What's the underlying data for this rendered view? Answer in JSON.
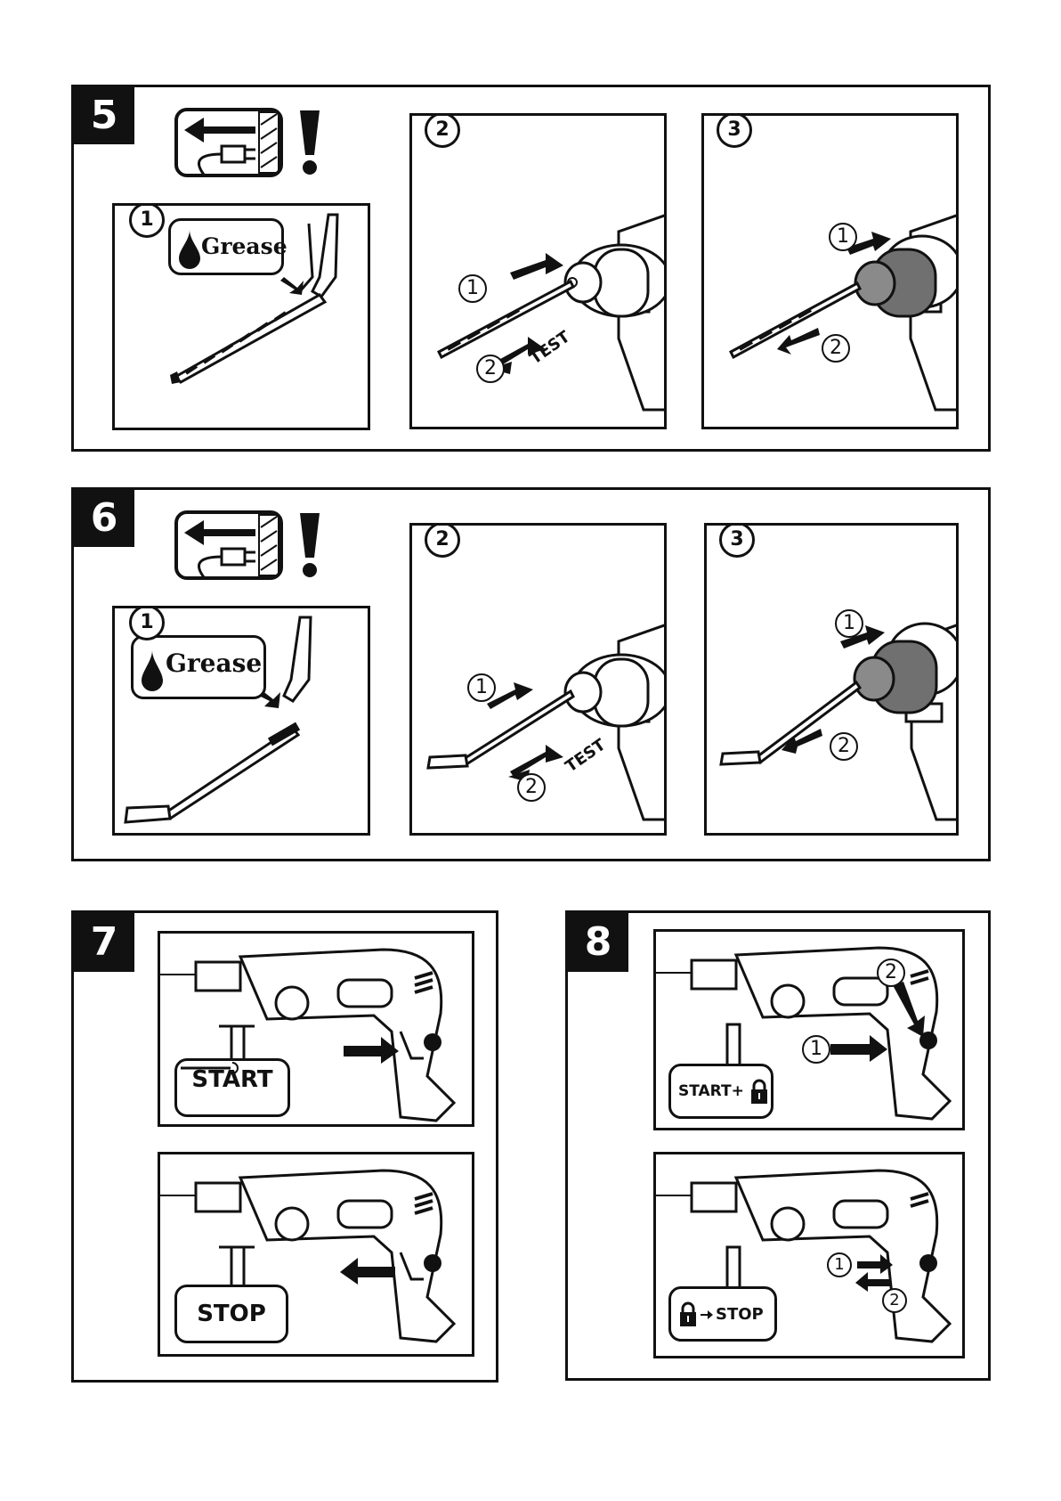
{
  "sections": [
    {
      "number": "5"
    },
    {
      "number": "6"
    },
    {
      "number": "7"
    },
    {
      "number": "8"
    }
  ],
  "steps": {
    "one": "1",
    "two": "2",
    "three": "3"
  },
  "labels": {
    "grease": "Grease",
    "test": "TEST",
    "start": "START",
    "stop": "STOP",
    "start_lock": "START+",
    "lock_stop": "STOP"
  },
  "icons": {
    "unplug": "unplug-icon",
    "warning": "exclamation-icon",
    "grease_drop": "drop-icon",
    "lock": "lock-icon",
    "arrow": "arrow-icon"
  },
  "colors": {
    "ink": "#111111",
    "chuck_fill": "#707070",
    "background": "#ffffff"
  }
}
